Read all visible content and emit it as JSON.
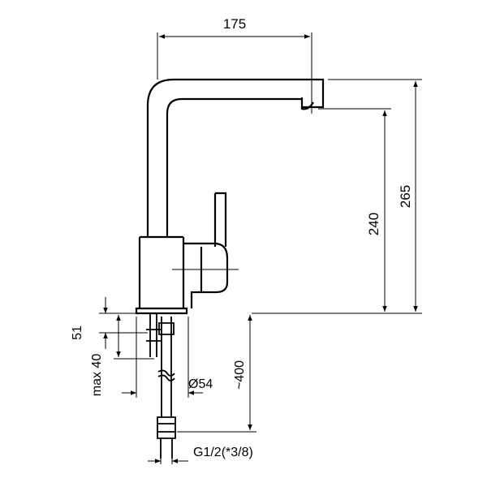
{
  "labels": {
    "width_175": "175",
    "height_265": "265",
    "height_240": "240",
    "dim_51": "51",
    "dim_max40": "max 40",
    "dim_dia54": "Ø54",
    "dim_400": "~400",
    "thread": "G1/2(*3/8)"
  },
  "colors": {
    "line": "#000000",
    "background": "#ffffff"
  }
}
